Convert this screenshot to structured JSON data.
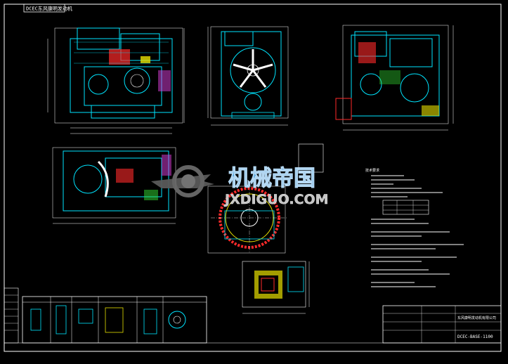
{
  "sheet": {
    "top_label": "DCEC东风康明发动机",
    "colors": {
      "background": "#000000",
      "frame": "#ffffff",
      "cyan": "#00e5ff",
      "white": "#ffffff",
      "yellow": "#e8e000",
      "red": "#ff2a2a",
      "green": "#33dd33",
      "blue": "#2255ff",
      "magenta": "#e040e0"
    }
  },
  "watermark": {
    "chinese": "机械帝国",
    "site": "JXDIGUO.COM"
  },
  "title_block": {
    "company": "东风康明发动机有限公司",
    "drawing_no": "DCEC-BASE-1100"
  },
  "notes_heading": "技术要求"
}
